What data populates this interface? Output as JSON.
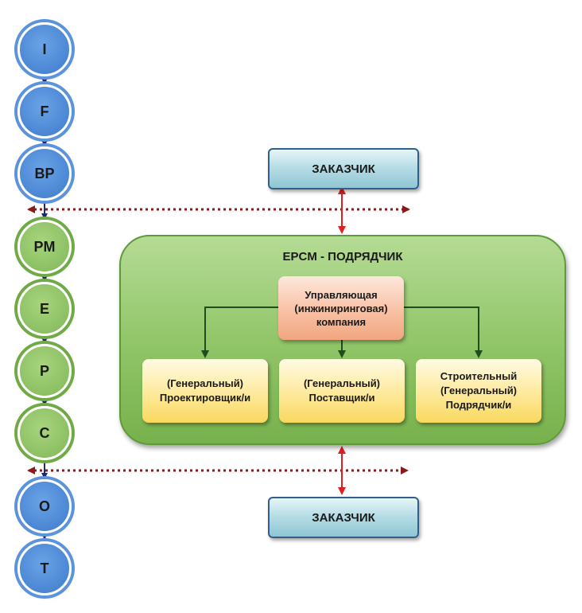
{
  "phases": [
    {
      "label": "I",
      "group": "customer"
    },
    {
      "label": "F",
      "group": "customer"
    },
    {
      "label": "BP",
      "group": "customer"
    },
    {
      "label": "PM",
      "group": "contractor"
    },
    {
      "label": "E",
      "group": "contractor"
    },
    {
      "label": "P",
      "group": "contractor"
    },
    {
      "label": "C",
      "group": "contractor"
    },
    {
      "label": "O",
      "group": "customer"
    },
    {
      "label": "T",
      "group": "customer"
    }
  ],
  "customer_top": "ЗАКАЗЧИК",
  "customer_bottom": "ЗАКАЗЧИК",
  "epcm_title": "EPCM - ПОДРЯДЧИК",
  "management_company": "Управляющая\n(инжиниринговая)\nкомпания",
  "sub_boxes": {
    "designer": "(Генеральный)\nПроектировщик/и",
    "supplier": "(Генеральный)\nПоставщик/и",
    "builder": "Строительный\n(Генеральный)\nПодрядчик/и"
  },
  "colors": {
    "phase_customer": "#4a86d4",
    "phase_contractor": "#8cc063",
    "dotted_line": "#8b1a1a",
    "red_arrow": "#e02020",
    "navy_arrow": "#1f2a6b",
    "green_arrow": "#1e4d1e"
  }
}
